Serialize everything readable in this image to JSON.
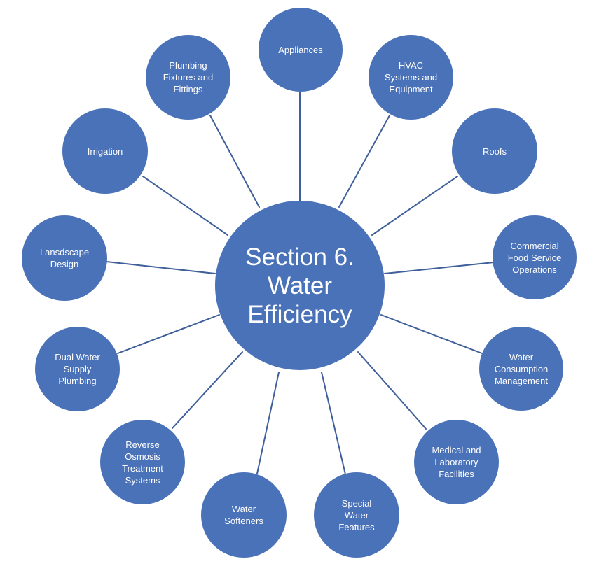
{
  "hub": {
    "title": "Section 6.\nWater\nEfficiency"
  },
  "nodes": {
    "appliances": "Appliances",
    "hvac": "HVAC\nSystems and\nEquipment",
    "roofs": "Roofs",
    "foodservice": "Commercial\nFood Service\nOperations",
    "waterconsumption": "Water\nConsumption\nManagement",
    "medical": "Medical and\nLaboratory\nFacilities",
    "special": "Special\nWater\nFeatures",
    "softeners": "Water\nSofteners",
    "reverse": "Reverse\nOsmosis\nTreatment\nSystems",
    "dualwater": "Dual Water\nSupply\nPlumbing",
    "landscape": "Lansdscape\nDesign",
    "irrigation": "Irrigation",
    "plumbing": "Plumbing\nFixtures and\nFittings"
  },
  "colors": {
    "node_fill": "#4a72b8",
    "connector": "#3f5f9a",
    "text": "#ffffff"
  }
}
